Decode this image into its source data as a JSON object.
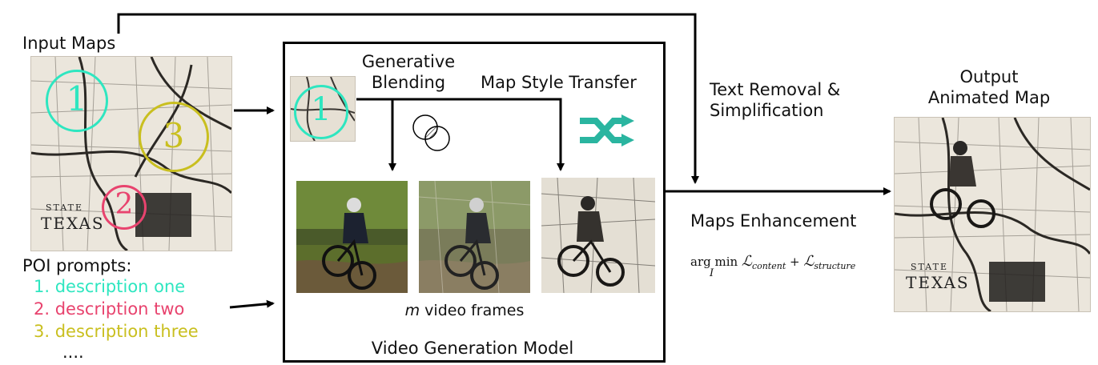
{
  "labels": {
    "input_maps": "Input Maps",
    "poi_prompts": "POI prompts:",
    "generative_blending_line1": "Generative",
    "generative_blending_line2": "Blending",
    "map_style_transfer": "Map Style Transfer",
    "text_removal_line1": "Text Removal &",
    "text_removal_line2": "Simplification",
    "output_line1": "Output",
    "output_line2": "Animated Map",
    "maps_enhancement": "Maps Enhancement",
    "video_frames_m": "m",
    "video_frames_rest": " video frames",
    "video_generation_model": "Video Generation Model"
  },
  "prompts": [
    {
      "text": "1. description one",
      "color": "#2ee6c0"
    },
    {
      "text": "2. description two",
      "color": "#e8436e"
    },
    {
      "text": "3. description three",
      "color": "#c9bf1f"
    }
  ],
  "ellipsis": "....",
  "poi_markers": [
    {
      "number": "1",
      "color": "#2ee6c0"
    },
    {
      "number": "2",
      "color": "#e8436e"
    },
    {
      "number": "3",
      "color": "#c9bf1f"
    }
  ],
  "map_text": {
    "line1": "STATE",
    "line2": "TEXAS"
  },
  "formula": {
    "op_top": "arg",
    "op_min": "min",
    "op_sub": "I",
    "term1": "ℒ",
    "term1_sub": "content",
    "plus": "+",
    "term2": "ℒ",
    "term2_sub": "structure"
  },
  "colors": {
    "accent_teal": "#2ab5a0",
    "arrow": "#000000"
  },
  "icons": {
    "blending": "venn-diagram-icon",
    "style_transfer": "shuffle-icon"
  }
}
